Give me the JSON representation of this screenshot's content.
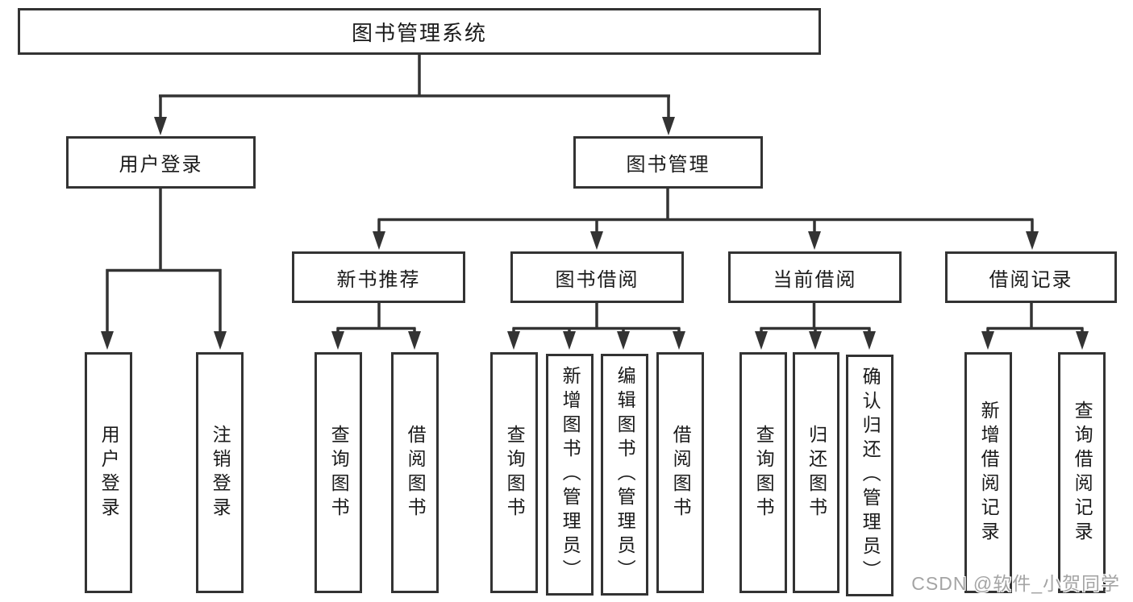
{
  "tree": {
    "root": {
      "label": "图书管理系统"
    },
    "level2": [
      {
        "label": "用户登录"
      },
      {
        "label": "图书管理",
        "parent_label": "图书管理系统"
      }
    ],
    "level3": [
      {
        "label": "新书推荐",
        "parent": "图书管理"
      },
      {
        "label": "图书借阅",
        "parent": "图书管理"
      },
      {
        "label": "当前借阅",
        "parent": "图书管理"
      },
      {
        "label": "借阅记录",
        "parent": "图书管理"
      }
    ],
    "leaves": [
      {
        "label": "用户登录",
        "parent": "用户登录"
      },
      {
        "label": "注销登录",
        "parent": "用户登录"
      },
      {
        "label": "查询图书",
        "parent": "新书推荐"
      },
      {
        "label": "借阅图书",
        "parent": "新书推荐"
      },
      {
        "label": "查询图书",
        "parent": "图书借阅"
      },
      {
        "label": "新增图书（管理员）",
        "parent": "图书借阅"
      },
      {
        "label": "编辑图书（管理员）",
        "parent": "图书借阅"
      },
      {
        "label": "借阅图书",
        "parent": "图书借阅"
      },
      {
        "label": "查询图书",
        "parent": "当前借阅"
      },
      {
        "label": "归还图书",
        "parent": "当前借阅"
      },
      {
        "label": "确认归还（管理员）",
        "parent": "当前借阅"
      },
      {
        "label": "新增借阅记录",
        "parent": "借阅记录"
      },
      {
        "label": "查询借阅记录",
        "parent": "借阅记录"
      }
    ]
  },
  "watermark": {
    "text": "CSDN @软件_小贺同学"
  },
  "colors": {
    "line": "#333333",
    "box_border": "#333333",
    "text": "#1a1a1a",
    "background": "#ffffff",
    "watermark": "#a4a4a4"
  }
}
